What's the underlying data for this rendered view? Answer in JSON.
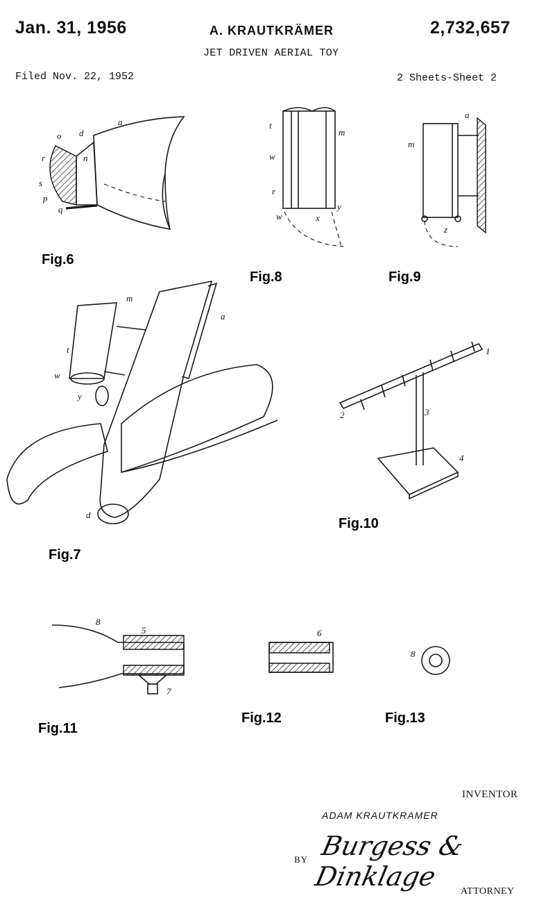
{
  "header": {
    "date": "Jan. 31, 1956",
    "inventor_name": "A. KRAUTKRÄMER",
    "patent_number": "2,732,657",
    "title": "JET DRIVEN AERIAL TOY",
    "filed": "Filed Nov. 22, 1952",
    "sheets": "2 Sheets-Sheet 2"
  },
  "figures": [
    {
      "label": "Fig.6"
    },
    {
      "label": "Fig.7"
    },
    {
      "label": "Fig.8"
    },
    {
      "label": "Fig.9"
    },
    {
      "label": "Fig.10"
    },
    {
      "label": "Fig.11"
    },
    {
      "label": "Fig.12"
    },
    {
      "label": "Fig.13"
    }
  ],
  "reference_letters": {
    "fig6": [
      "a",
      "o",
      "d",
      "r",
      "n",
      "s",
      "p",
      "q"
    ],
    "fig7": [
      "m",
      "a",
      "t",
      "w",
      "y",
      "d"
    ],
    "fig8": [
      "t",
      "m",
      "w",
      "r",
      "w",
      "x",
      "y"
    ],
    "fig9": [
      "a",
      "m",
      "z"
    ],
    "fig10": [
      "1",
      "2",
      "3",
      "4"
    ],
    "fig11": [
      "8",
      "5",
      "7"
    ],
    "fig12": [
      "6"
    ],
    "fig13": [
      "8"
    ]
  },
  "footer": {
    "inventor_label": "INVENTOR",
    "inventor_full_name": "ADAM KRAUTKRAMER",
    "by_label": "BY",
    "signature": "Burgess & Dinklage",
    "attorney_label": "ATTORNEY"
  }
}
